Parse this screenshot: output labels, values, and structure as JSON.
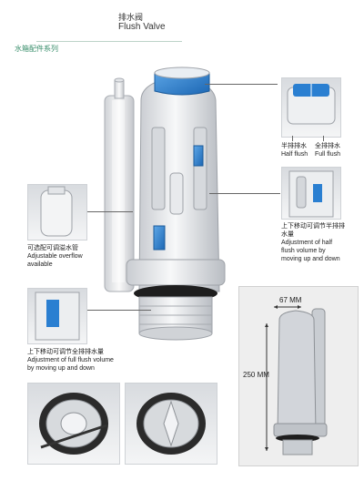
{
  "header": {
    "title_cn": "排水阀",
    "title_en": "Flush Valve",
    "series_cn": "水箱配件系列"
  },
  "callouts": {
    "half_flush_cn": "半排排水",
    "half_flush_en": "Half flush",
    "full_flush_cn": "全排排水",
    "full_flush_en": "Full flush",
    "adjust_half_cn": "上下移动可调节半排排水量",
    "adjust_half_en": "Adjustment of half flush volume by moving up and down",
    "overflow_cn": "可选配可调溢水管",
    "overflow_en": "Adjustable overflow available",
    "adjust_full_cn": "上下移动可调节全排排水量",
    "adjust_full_en": "Adjustment of full flush volume by moving up and down"
  },
  "dimensions": {
    "width": "67 MM",
    "height": "250 MM"
  },
  "colors": {
    "accent_blue": "#2a7fd1",
    "body_white": "#f2f3f5",
    "seal_black": "#1e1e1e",
    "series_green": "#3a8f6c"
  }
}
